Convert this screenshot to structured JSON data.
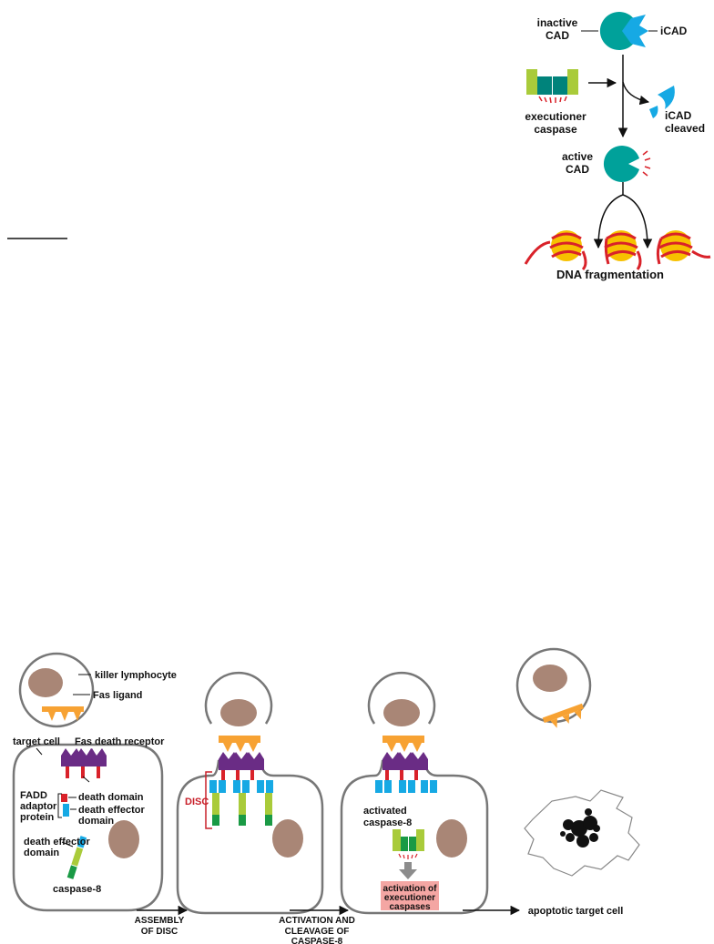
{
  "cad_panel": {
    "inactive_cad_line1": "inactive",
    "inactive_cad_line2": "CAD",
    "icad": "iCAD",
    "executioner_line1": "executioner",
    "executioner_line2": "caspase",
    "icad_cleaved_line1": "iCAD",
    "icad_cleaved_line2": "cleaved",
    "active_cad_line1": "active",
    "active_cad_line2": "CAD",
    "dna_fragmentation": "DNA fragmentation"
  },
  "fas_panel": {
    "killer_lymphocyte": "killer lymphocyte",
    "fas_ligand": "Fas ligand",
    "target_cell": "target cell",
    "fas_death_receptor": "Fas death receptor",
    "fadd_line1": "FADD",
    "fadd_line2": "adaptor",
    "fadd_line3": "protein",
    "death_domain": "death domain",
    "death_effector_domain_a": "death effector",
    "death_effector_domain_b": "domain",
    "ded2_line1": "death effector",
    "ded2_line2": "domain",
    "caspase8": "caspase-8",
    "disc": "DISC",
    "step1_line1": "ASSEMBLY",
    "step1_line2": "OF DISC",
    "activated_caspase_line1": "activated",
    "activated_caspase_line2": "caspase-8",
    "activation_box_line1": "activation of",
    "activation_box_line2": "executioner",
    "activation_box_line3": "caspases",
    "step2_line1": "ACTIVATION AND",
    "step2_line2": "CLEAVAGE OF",
    "step2_line3": "CASPASE-8",
    "apoptotic": "apoptotic target cell"
  },
  "colors": {
    "cad_teal": "#00a19a",
    "icad_blue": "#16a9e4",
    "lime": "#a9cb3a",
    "nucleus_brown": "#a98676",
    "fas_purple": "#6a2c85",
    "ligand_orange": "#f7a233",
    "death_red": "#d9222a",
    "dna_yellow": "#f7c100",
    "caspase_green": "#1a9a45",
    "box_pink": "#f4a6a3"
  }
}
